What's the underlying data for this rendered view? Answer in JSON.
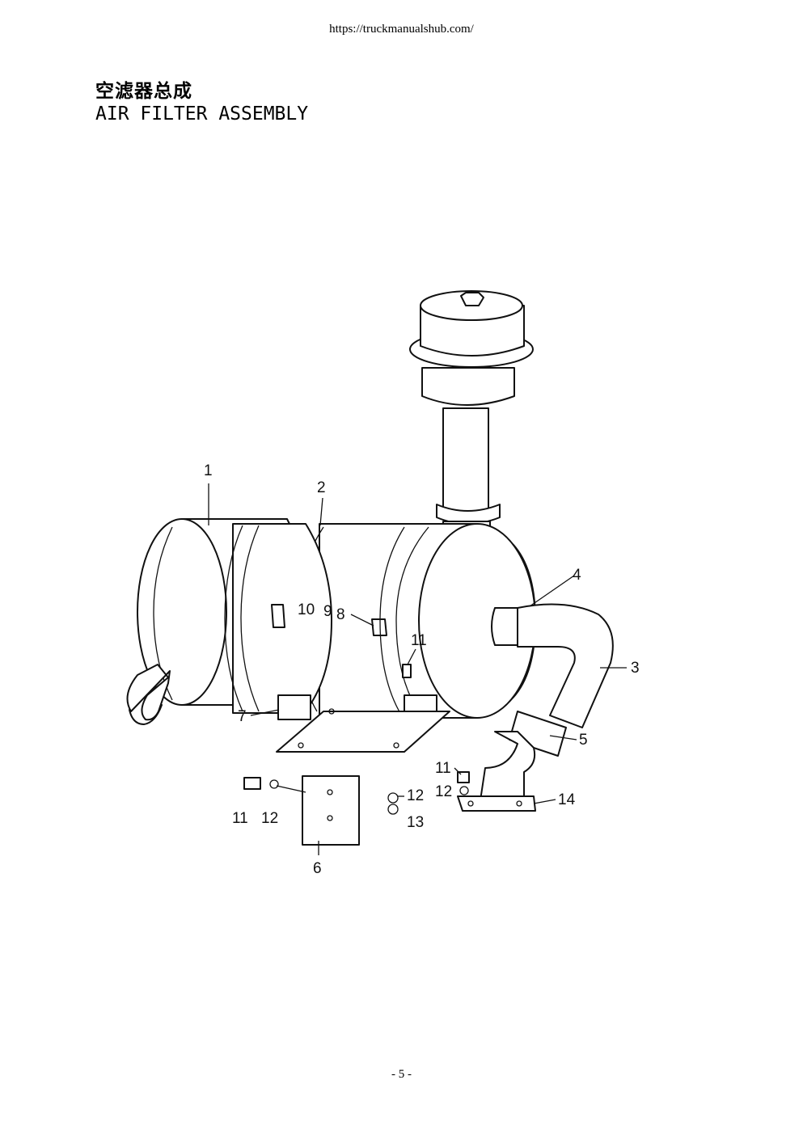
{
  "header": {
    "url": "https://truckmanualshub.com/"
  },
  "title": {
    "chinese": "空滤器总成",
    "english": "AIR FILTER ASSEMBLY"
  },
  "callouts": {
    "c1": "1",
    "c2": "2",
    "c3": "3",
    "c4": "4",
    "c5": "5",
    "c6": "6",
    "c7": "7",
    "c8": "8",
    "c9": "9",
    "c10": "10",
    "c11a": "11",
    "c11b": "11",
    "c11c": "11",
    "c12a": "12",
    "c12b": "12",
    "c12c": "12",
    "c13": "13",
    "c14": "14"
  },
  "footer": {
    "page": "- 5 -"
  }
}
